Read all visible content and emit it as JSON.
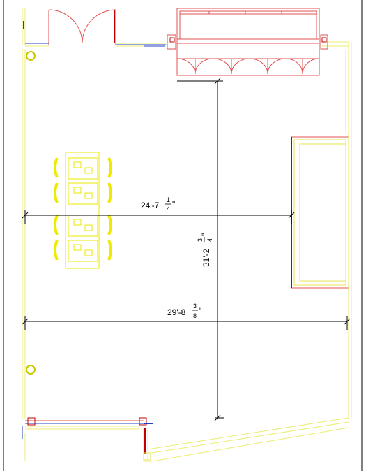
{
  "drawing": {
    "colors": {
      "wall": "#f0f08a",
      "wall_dark": "#e6e650",
      "door": "#e05050",
      "door_dark": "#c00000",
      "window_blue": "#2040c0",
      "dimension": "#000000",
      "furniture": "#f2ee00",
      "furniture_inner": "#d8d800",
      "border": "#000000"
    },
    "dimensions": [
      {
        "id": "dim-a",
        "label": "24'-7",
        "fraction_num": "1",
        "fraction_den": "4",
        "suffix": "\""
      },
      {
        "id": "dim-b",
        "label": "29'-8",
        "fraction_num": "3",
        "fraction_den": "8",
        "suffix": "\""
      },
      {
        "id": "dim-c",
        "label": "31'-2",
        "fraction_num": "3",
        "fraction_den": "4",
        "suffix": "\""
      }
    ]
  }
}
